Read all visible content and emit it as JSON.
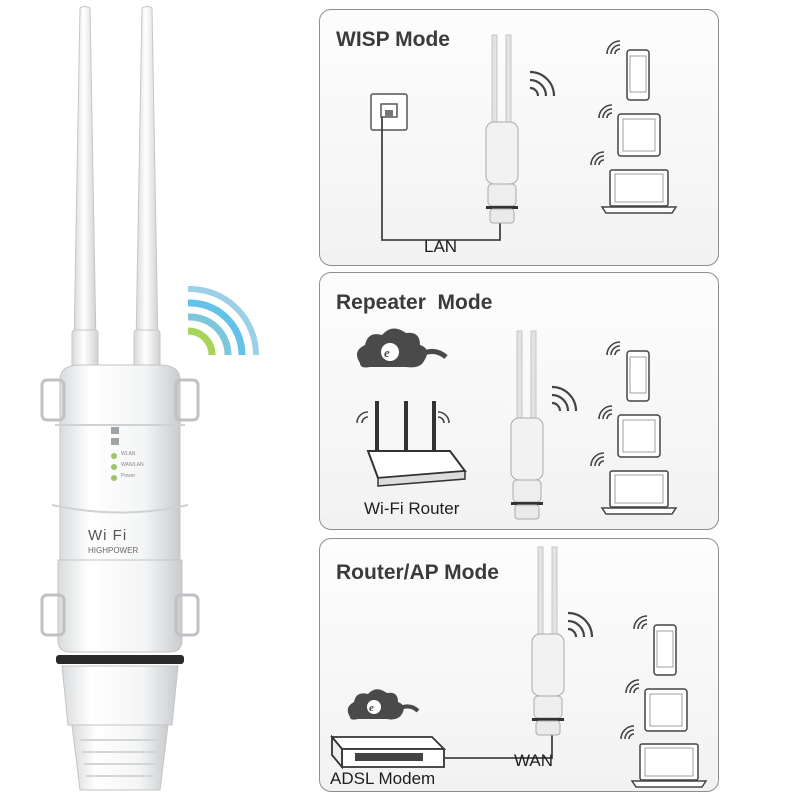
{
  "product": {
    "brand_label": "Wi Fi",
    "model_label": "HIGHPOWER",
    "led_labels": [
      "WLAN",
      "WAN/LAN",
      "Power"
    ]
  },
  "panels": [
    {
      "title": "WISP Mode",
      "labels": [
        "LAN"
      ],
      "icons": [
        "wall-lan-socket-icon",
        "outdoor-ap-icon",
        "wifi-signal-icon",
        "phone-icon",
        "tablet-icon",
        "laptop-icon"
      ]
    },
    {
      "title": "Repeater  Mode",
      "labels": [
        "Wi-Fi Router"
      ],
      "icons": [
        "internet-cloud-icon",
        "wifi-router-icon",
        "outdoor-ap-icon",
        "wifi-signal-icon",
        "phone-icon",
        "tablet-icon",
        "laptop-icon"
      ]
    },
    {
      "title": "Router/AP Mode",
      "labels": [
        "ADSL Modem",
        "WAN"
      ],
      "icons": [
        "internet-cloud-icon",
        "adsl-modem-icon",
        "outdoor-ap-icon",
        "wifi-signal-icon",
        "phone-icon",
        "tablet-icon",
        "laptop-icon"
      ]
    }
  ],
  "colors": {
    "signal_arcs": [
      "#62c2e8",
      "#a8d45a"
    ],
    "panel_border": "#8e8e8e"
  }
}
